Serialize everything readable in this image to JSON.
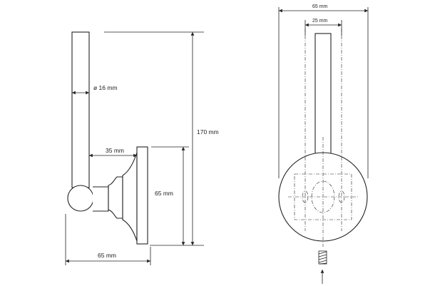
{
  "dimensions": {
    "diameter": "ø 16 mm",
    "height_total": "170 mm",
    "depth_arm": "35 mm",
    "plate_height": "65 mm",
    "depth_total": "65 mm",
    "plate_width": "65 mm",
    "mount_spacing": "25 mm"
  },
  "icons": {
    "screw": "screw-icon",
    "arrow": "arrow-up-icon"
  }
}
